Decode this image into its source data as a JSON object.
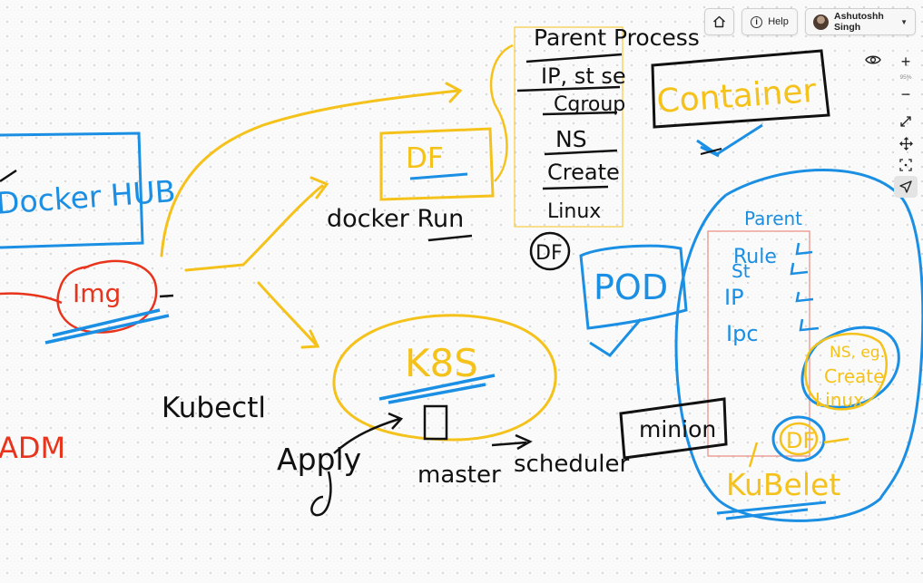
{
  "toolbar": {
    "home_icon": "home-icon",
    "help_label": "Help",
    "user_name": "Ashutoshh Singh"
  },
  "zoom": {
    "in_label": "+",
    "level": "95%",
    "out_label": "−"
  },
  "canvas": {
    "colors": {
      "blue": "#1a8fe3",
      "yellow": "#f5c21b",
      "red": "#e8341c",
      "black": "#111111",
      "box_red": "#e88a80"
    },
    "labels": {
      "docker_hub": "Docker HUB",
      "img": "Img",
      "adm": "ADM",
      "kubectl": "Kubectl",
      "apply": "Apply",
      "docker_run": "docker Run",
      "df_box": "DF",
      "k8s": "K8S",
      "master": "master",
      "scheduler": "scheduler",
      "minion": "minion",
      "container": "Container",
      "parent_process": "Parent Process",
      "ip_stack": "IP, st se",
      "cgroup": "Cgroup",
      "ns": "NS",
      "create": "Create",
      "linux": "Linux",
      "df_circle": "DF",
      "pod": "POD",
      "pod_parent": "Parent",
      "pod_rule": "Rule",
      "pod_st": "St",
      "pod_ip": "IP",
      "pod_ipc": "Ipc",
      "ns_eg": "NS, eg.",
      "ns_create": "Create",
      "ns_linux": "Linux",
      "pod_df": "DF",
      "kubelet": "KuBelet"
    }
  }
}
